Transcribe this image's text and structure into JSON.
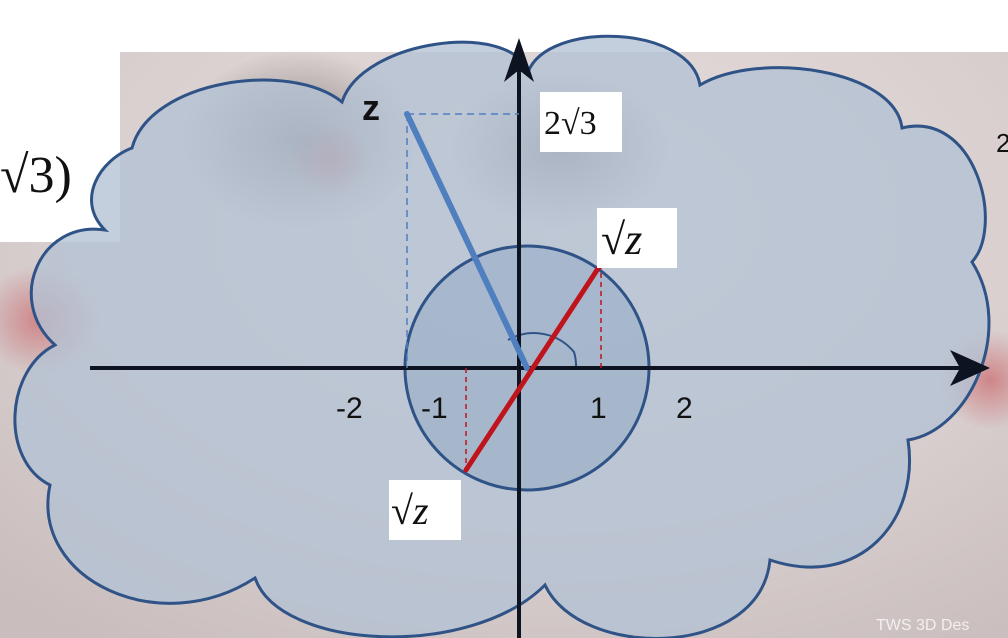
{
  "background": {
    "top_left_fragment": "√3)",
    "top_right_fragment": "2",
    "watermark": "TWS 3D Des"
  },
  "diagram": {
    "point_z_label": "z",
    "y_value_label": "2√3",
    "sqrt_z_upper_label": "√z",
    "sqrt_z_lower_label": "√z",
    "tick_labels": [
      "-2",
      "-1",
      "1",
      "2"
    ]
  },
  "colors": {
    "cloud_fill": "#b4c2d4",
    "cloud_stroke": "#2f5387",
    "circle_fill": "#9fb1c9",
    "z_vector": "#4f7fbf",
    "root_segment": "#c0141c",
    "axes": "#0d1320",
    "label_box": "#ffffff"
  },
  "icons": {
    "axis_arrow": "arrowhead-icon"
  }
}
